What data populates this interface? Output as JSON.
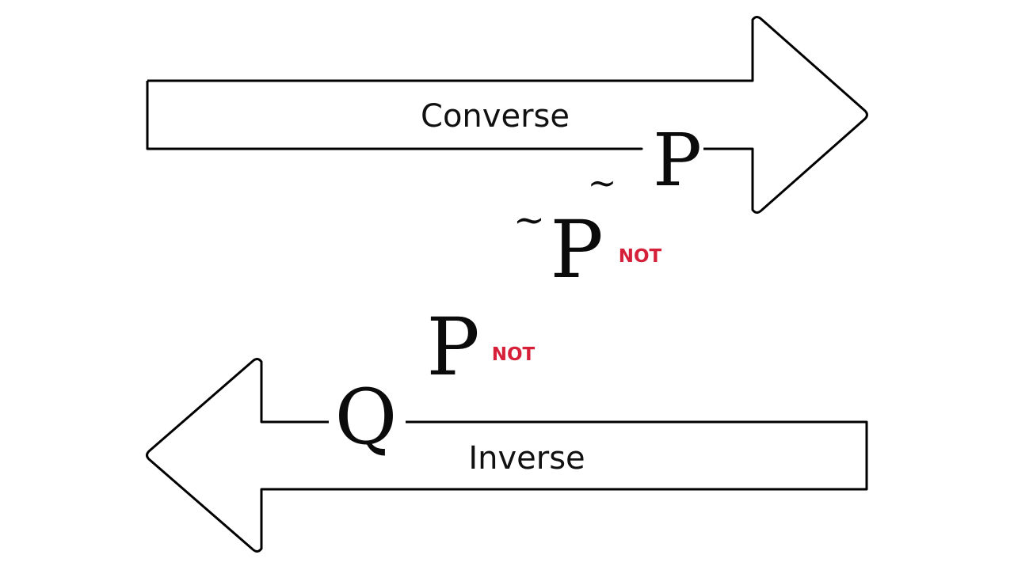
{
  "diagram": {
    "converse_label": "Converse",
    "inverse_label": "Inverse",
    "letters": {
      "p_top": "P",
      "tilde_small": "~",
      "p_middle": "P",
      "tilde_middle": "~",
      "p_lower": "P",
      "q_left": "Q"
    },
    "not_tag_1": "NOT",
    "not_tag_2": "NOT"
  },
  "colors": {
    "stroke": "#000000",
    "not_accent": "#d6203a"
  }
}
